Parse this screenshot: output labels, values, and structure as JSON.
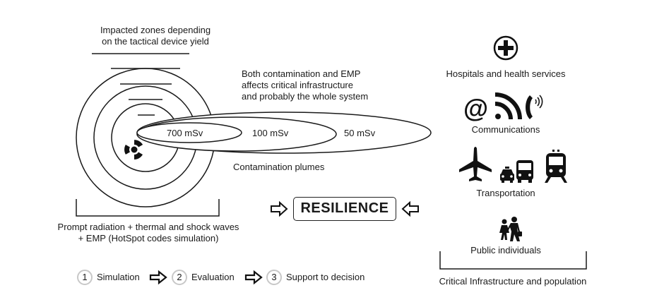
{
  "zones_title": [
    "Impacted zones depending",
    "on the tactical device yield"
  ],
  "ci_note": [
    "Both contamination and EMP",
    "affects critical infrastructure",
    "and probably the whole system"
  ],
  "plumes": {
    "label": "Contamination plumes",
    "levels": [
      "700 mSv",
      "100 mSv",
      "50 mSv"
    ]
  },
  "prompt_caption": [
    "Prompt radiation + thermal and shock waves",
    "+ EMP (HotSpot codes simulation)"
  ],
  "resilience": "RESILIENCE",
  "steps": [
    {
      "num": "1",
      "label": "Simulation"
    },
    {
      "num": "2",
      "label": "Evaluation"
    },
    {
      "num": "3",
      "label": "Support to decision"
    }
  ],
  "sectors": {
    "hospitals": "Hospitals and health services",
    "communications": "Communications",
    "transportation": "Transportation",
    "public": "Public individuals",
    "group_caption": "Critical Infrastructure and population"
  },
  "icons": [
    "medical-cross-icon",
    "at-sign-icon",
    "rss-icon",
    "phone-icon",
    "airplane-icon",
    "taxi-icon",
    "bus-icon",
    "train-icon",
    "pedestrians-icon",
    "radiation-icon"
  ]
}
